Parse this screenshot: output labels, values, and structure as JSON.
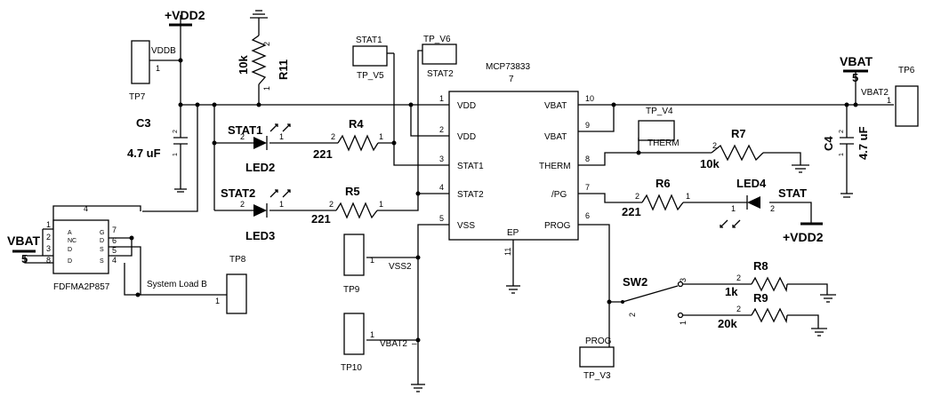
{
  "ic": {
    "part": "MCP73833",
    "ref": "7",
    "pins_left": [
      {
        "num": "1",
        "name": "VDD"
      },
      {
        "num": "2",
        "name": "VDD"
      },
      {
        "num": "3",
        "name": "STAT1"
      },
      {
        "num": "4",
        "name": "STAT2"
      },
      {
        "num": "5",
        "name": "VSS"
      }
    ],
    "pins_right": [
      {
        "num": "10",
        "name": "VBAT"
      },
      {
        "num": "9",
        "name": "VBAT"
      },
      {
        "num": "8",
        "name": "THERM"
      },
      {
        "num": "7",
        "name": "/PG"
      },
      {
        "num": "6",
        "name": "PROG"
      }
    ],
    "ep_name": "EP",
    "ep_num": "11"
  },
  "power": {
    "vdd2_top": "+VDD2",
    "vdd2_right": "+VDD2",
    "vbat_left": "VBAT",
    "vbat_left_pin": "5",
    "vbat_right": "VBAT",
    "vbat_right_pin": "5"
  },
  "testpoints": {
    "tp7": {
      "ref": "TP7",
      "net": "VDDB",
      "pin": "1"
    },
    "tp6": {
      "ref": "TP6",
      "net": "VBAT2",
      "pin": "1"
    },
    "tp8": {
      "ref": "TP8",
      "net": "System Load B",
      "pin": "1"
    },
    "tp9": {
      "ref": "TP9",
      "net": "VSS2",
      "pin": "1"
    },
    "tp10": {
      "ref": "TP10",
      "net": "VBAT2",
      "pin": "1"
    },
    "tpv5": {
      "ref": "TP_V5",
      "net": "STAT1"
    },
    "tpv6": {
      "ref": "TP_V6",
      "net": "STAT2"
    },
    "tpv4": {
      "ref": "TP_V4",
      "net": "THERM"
    },
    "tpv3": {
      "ref": "TP_V3",
      "net": "PROG"
    }
  },
  "passives": {
    "r11": {
      "ref": "R11",
      "value": "10k",
      "pin1": "1",
      "pin2": "2"
    },
    "r4": {
      "ref": "R4",
      "value": "221",
      "pin1": "1",
      "pin2": "2"
    },
    "r5": {
      "ref": "R5",
      "value": "221",
      "pin1": "1",
      "pin2": "2"
    },
    "r6": {
      "ref": "R6",
      "value": "221",
      "pin1": "1",
      "pin2": "2"
    },
    "r7": {
      "ref": "R7",
      "value": "10k",
      "pin2": "2"
    },
    "r8": {
      "ref": "R8",
      "value": "1k",
      "pin2": "2"
    },
    "r9": {
      "ref": "R9",
      "value": "20k",
      "pin2": "2"
    },
    "c3": {
      "ref": "C3",
      "value": "4.7 uF",
      "pin1": "1",
      "pin2": "2"
    },
    "c4": {
      "ref": "C4",
      "value": "4.7 uF",
      "pin1": "1",
      "pin2": "2"
    }
  },
  "leds": {
    "led2": {
      "ref": "LED2",
      "label": "STAT1",
      "pin1": "1",
      "pin2": "2"
    },
    "led3": {
      "ref": "LED3",
      "label": "STAT2",
      "pin1": "1",
      "pin2": "2"
    },
    "led4": {
      "ref": "LED4",
      "label": "STAT",
      "pin1": "1",
      "pin2": "2"
    }
  },
  "switch": {
    "ref": "SW2",
    "pin1": "1",
    "pin2": "2",
    "pin3": "3"
  },
  "mosfet": {
    "part": "FDFMA2P857",
    "pin_top": "4",
    "pins_left": [
      "1",
      "2",
      "3",
      "8"
    ],
    "pins_right": [
      "7",
      "6",
      "5",
      "4"
    ],
    "inner_left": [
      "A",
      "NC",
      "D",
      "D"
    ],
    "inner_right": [
      "G",
      "D",
      "S",
      "S"
    ]
  }
}
